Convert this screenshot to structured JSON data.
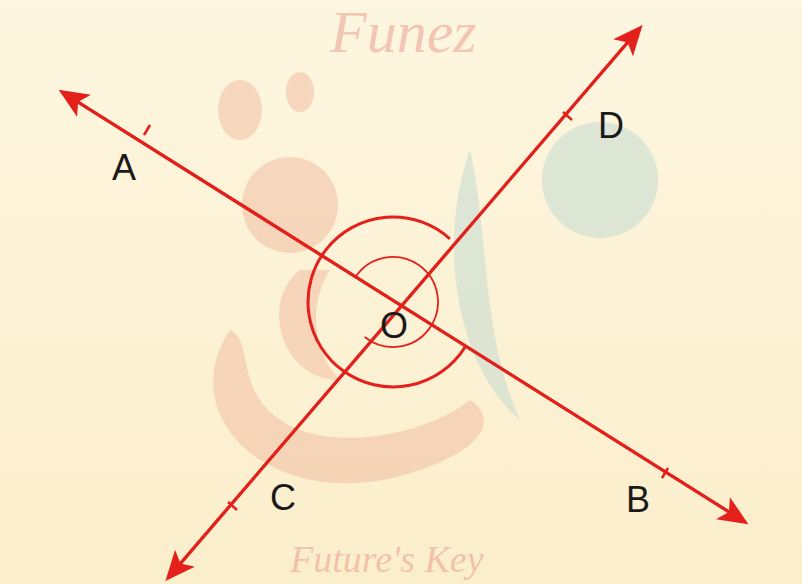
{
  "diagram": {
    "labels": [
      "A",
      "D",
      "O",
      "C",
      "B",
      "Funez",
      "Future's Key"
    ]
  }
}
